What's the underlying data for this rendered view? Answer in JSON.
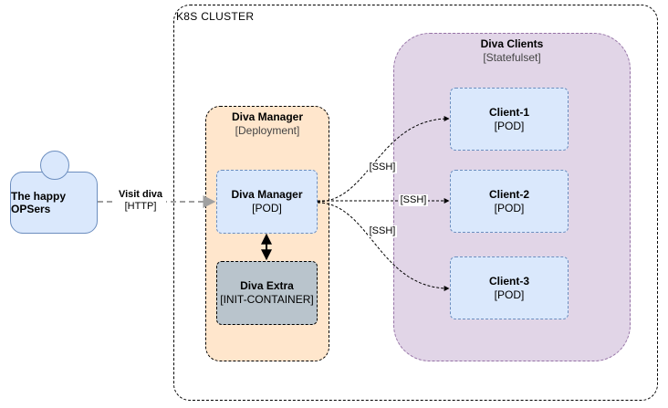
{
  "cluster": {
    "label": "K8S CLUSTER"
  },
  "clients_group": {
    "title": "Diva Clients",
    "subtitle": "[Statefulset]"
  },
  "manager_group": {
    "title": "Diva Manager",
    "subtitle": "[Deployment]"
  },
  "nodes": {
    "manager_pod": {
      "name": "Diva Manager",
      "kind": "[POD]"
    },
    "extra": {
      "name": "Diva Extra",
      "kind": "[INIT-CONTAINER]"
    },
    "client1": {
      "name": "Client-1",
      "kind": "[POD]"
    },
    "client2": {
      "name": "Client-2",
      "kind": "[POD]"
    },
    "client3": {
      "name": "Client-3",
      "kind": "[POD]"
    },
    "person": {
      "name": "The happy OPSers"
    }
  },
  "edges": {
    "visit": {
      "line1": "Visit diva",
      "line2": "[HTTP]"
    },
    "ssh1": "[SSH]",
    "ssh2": "[SSH]",
    "ssh3": "[SSH]"
  },
  "colors": {
    "pod_fill": "#dae8fc",
    "pod_stroke": "#6c8ebf",
    "manager_group_fill": "#ffe6cc",
    "clients_group_fill": "#e1d5e7",
    "clients_group_stroke": "#9673a6",
    "init_fill": "#b9c4cc",
    "http_edge": "#a0a0a0"
  }
}
